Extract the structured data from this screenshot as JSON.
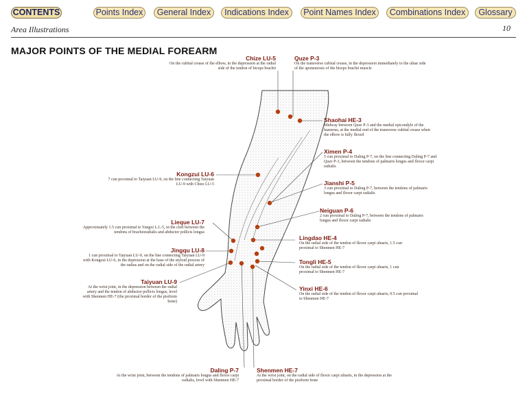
{
  "nav": {
    "contents": "CONTENTS",
    "items": [
      "Points Index",
      "General Index",
      "Indications Index",
      "Point Names Index",
      "Combinations Index",
      "Glossary"
    ]
  },
  "header": {
    "section": "Area Illustrations",
    "page": "10"
  },
  "title": "MAJOR POINTS OF THE MEDIAL FOREARM",
  "points": {
    "chize": {
      "name": "Chize LU-5",
      "desc": "On the cubital crease of the elbow, in the depression at the radial side of the tendon of biceps brachii"
    },
    "quze": {
      "name": "Quze P-3",
      "desc": "On the transverse cubital crease, in the depression immediately to the ulnar side of the aponeurosis of the biceps brachii muscle"
    },
    "shaohai": {
      "name": "Shaohai HE-3",
      "desc": "Midway between Quze P-3 and the medial epicondyle of the humerus, at the medial end of the transverse cubital crease when the elbow is fully flexed"
    },
    "ximen": {
      "name": "Ximen P-4",
      "desc": "5 cun proximal to Daling P-7, on the line connecting Daling P-7 and Quze P-3, between the tendons of palmaris longus and flexor carpi radialis"
    },
    "kongzui": {
      "name": "Kongzui LU-6",
      "desc": "7 cun proximal to Taiyuan LU-9, on the line connecting Taiyuan LU-9 with Chize LU-5"
    },
    "jianshi": {
      "name": "Jianshi P-5",
      "desc": "3 cun proximal to Daling P-7, between the tendons of palmaris longus and flexor carpi radialis"
    },
    "neiguan": {
      "name": "Neiguan P-6",
      "desc": "2 cun proximal to Daling P-7, between the tendons of palmaris longus and flexor carpi radialis"
    },
    "lieque": {
      "name": "Lieque LU-7",
      "desc": "Approximately 1.5 cun proximal to Yangxi L.I.-5, in the cleft between the tendons of brachioradialis and abductor pollicis longus"
    },
    "lingdao": {
      "name": "Lingdao HE-4",
      "desc": "On the radial side of the tendon of flexor carpi ulnaris, 1.5 cun proximal to Shenmen HE-7"
    },
    "jingqu": {
      "name": "Jingqu LU-8",
      "desc": "1 cun proximal to Taiyuan LU-9, on the line connecting Taiyuan LU-9 with Kongzui LU-6, in the depression at the base of the styloid process of the radius and on the radial side of the radial artery"
    },
    "tongli": {
      "name": "Tongli HE-5",
      "desc": "On the radial side of the tendon of flexor carpi ulnaris, 1 cun proximal to Shenmen HE-7"
    },
    "taiyuan": {
      "name": "Taiyuan LU-9",
      "desc": "At the wrist joint, in the depression between the radial artery and the tendon of abductor pollicis longus, level with Shenmen HE-7 (the proximal border of the pisiform bone)"
    },
    "yinxi": {
      "name": "Yinxi HE-6",
      "desc": "On the radial side of the tendon of flexor carpi ulnaris, 0.5 cun proximal to Shenmen HE-7"
    },
    "daling": {
      "name": "Daling P-7",
      "desc": "At the wrist joint, between the tendons of palmaris longus and flexor carpi radialis, level with Shenmen HE-7"
    },
    "shenmen": {
      "name": "Shenmen HE-7",
      "desc": "At the wrist joint, on the radial side of flexor carpi ulnaris, in the depression at the proximal border of the pisiform bone"
    }
  },
  "colors": {
    "point": "#b5400f",
    "label": "#7a1a10",
    "nav_bg": "#f6e7b6",
    "nav_text": "#2b2f6e"
  }
}
